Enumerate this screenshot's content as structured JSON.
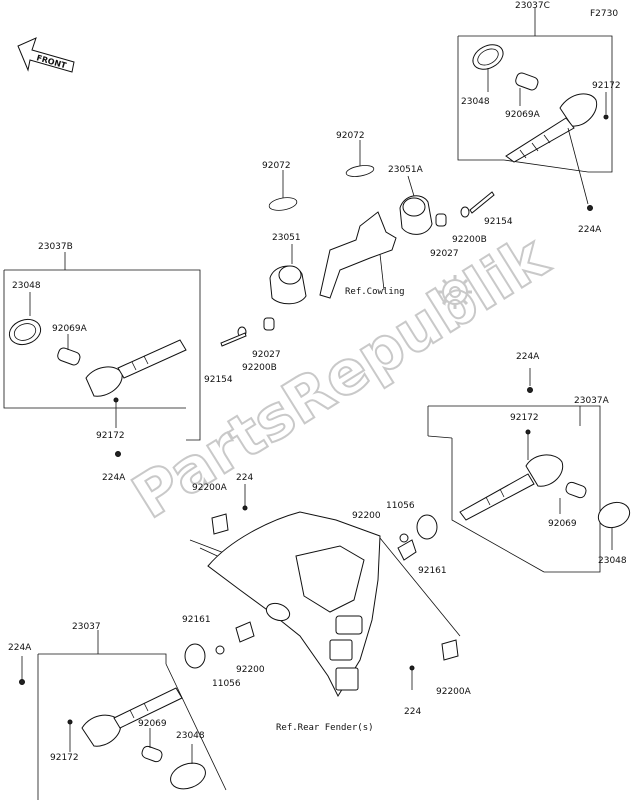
{
  "header": {
    "diagram_code": "F2730",
    "front_label": "FRONT"
  },
  "watermark": {
    "text": "PartsRepublik"
  },
  "references": {
    "cowling": "Ref.Cowling",
    "rear_fender": "Ref.Rear Fender(s)"
  },
  "labels": {
    "a_23037C": "23037C",
    "a_92172_tr": "92172",
    "a_23048_tr": "23048",
    "a_92069A_tr": "92069A",
    "a_224A_tr": "224A",
    "a_92072_l": "92072",
    "a_92072_r": "92072",
    "a_23051A": "23051A",
    "a_92154_r": "92154",
    "a_92200B_r": "92200B",
    "a_92027_r": "92027",
    "a_23051": "23051",
    "a_23037B": "23037B",
    "a_23048_l": "23048",
    "a_92069A_l": "92069A",
    "a_92027_l": "92027",
    "a_92200B_l": "92200B",
    "a_92154_l": "92154",
    "a_92172_l": "92172",
    "a_224A_l": "224A",
    "a_224A_m": "224A",
    "a_92172_m": "92172",
    "a_23037A": "23037A",
    "a_92069_r": "92069",
    "a_23048_mr": "23048",
    "a_224_m": "224",
    "a_92200A_l": "92200A",
    "a_11056_r": "11056",
    "a_92200_r": "92200",
    "a_92161_r": "92161",
    "a_23037": "23037",
    "a_224A_bl": "224A",
    "a_92161_b": "92161",
    "a_92200_b": "92200",
    "a_11056_b": "11056",
    "a_92069_b": "92069",
    "a_23048_b": "23048",
    "a_92172_b": "92172",
    "a_224_b": "224",
    "a_92200A_b": "92200A"
  }
}
